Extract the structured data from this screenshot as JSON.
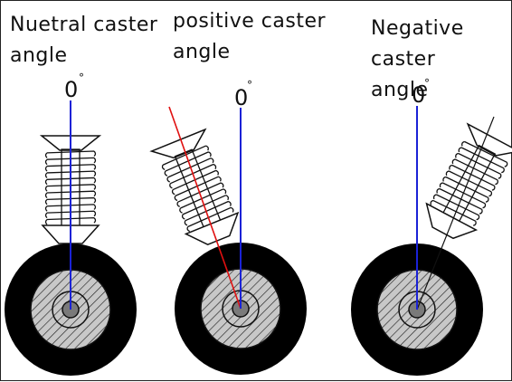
{
  "captions": {
    "neutral": "Nuetral caster\nangle",
    "positive": "positive caster\nangle",
    "negative": "Negative caster\nangle"
  },
  "angle_labels": {
    "neutral": "0",
    "positive": "0",
    "negative": "0",
    "degree_symbol": "°"
  },
  "colors": {
    "vertical_axis": "#1a22d6",
    "caster_axis_positive": "#e01010",
    "caster_axis_negative": "#111111",
    "tire": "#000000",
    "hub": "#c8c8c8",
    "hub_center": "#7a7a7a",
    "outline": "#111111"
  }
}
